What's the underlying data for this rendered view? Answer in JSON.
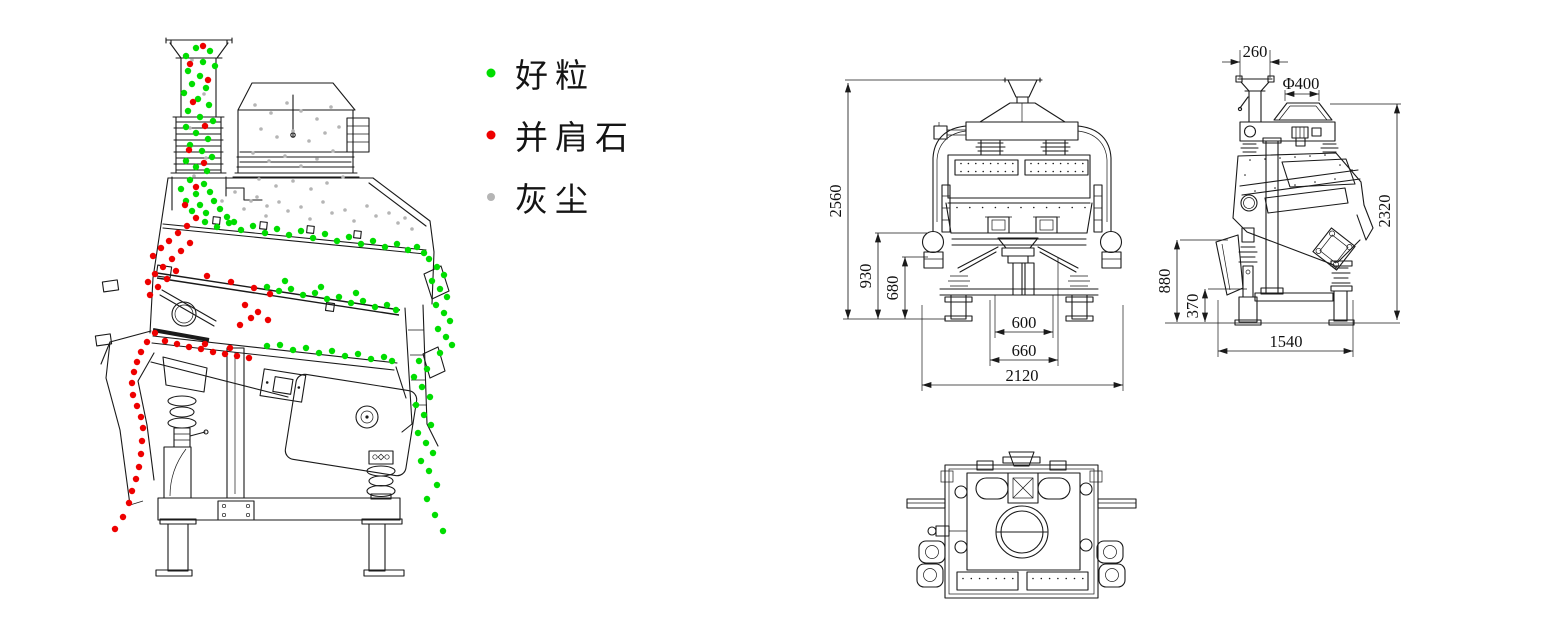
{
  "page": {
    "background": "#ffffff",
    "line_color": "#1a1a1a"
  },
  "legend": {
    "items": [
      {
        "id": "good-grain",
        "label": "好粒",
        "color": "#00dd00"
      },
      {
        "id": "stones",
        "label": "并肩石",
        "color": "#ee0000"
      },
      {
        "id": "dust",
        "label": "灰尘",
        "color": "#b5b5b5"
      }
    ]
  },
  "front_view": {
    "dimensions": {
      "overall_height": "2560",
      "damper_height": "930",
      "under_frame_height": "680",
      "outlet_inner_width": "600",
      "outlet_outer_width": "660",
      "overall_width": "2120"
    }
  },
  "side_view": {
    "dimensions": {
      "feed_inlet_width": "260",
      "air_inlet_diameter": "Φ400",
      "overall_height": "2320",
      "discharge_height": "880",
      "base_height": "370",
      "overall_depth": "1540"
    }
  }
}
